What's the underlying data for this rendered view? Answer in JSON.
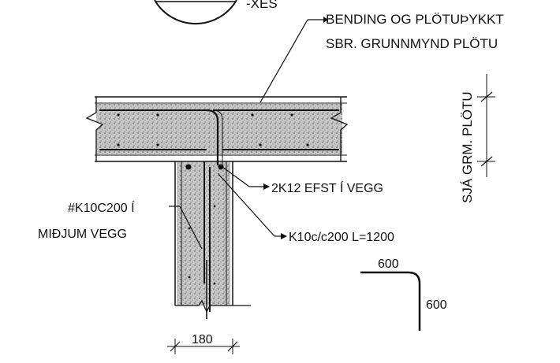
{
  "drawing": {
    "title_fragment": "-XES",
    "callouts": {
      "reinforcement_line1": "BENDING OG PLÖTUÞYKKT",
      "reinforcement_line2": "SBR. GRUNNMYND PLÖTU",
      "slab_reference": "SJÁ GRM. PLÖTU",
      "top_bars": "2K12 EFST Í VEGG",
      "mesh_line1": "#K10C200 Í",
      "mesh_line2": "MIÐJUM VEGG",
      "hook_bar": "K10c/c200 L=1200"
    },
    "dimensions": {
      "wall_thickness": "180",
      "hook_horizontal": "600",
      "hook_vertical": "600"
    },
    "colors": {
      "ink": "#111111",
      "concrete": "#bdbdbd"
    }
  }
}
